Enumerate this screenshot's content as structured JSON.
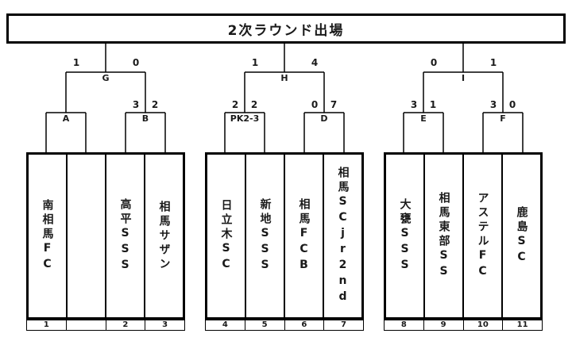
{
  "title": "2次ラウンド出場",
  "bracket": {
    "groups": [
      {
        "final": {
          "label": "G",
          "left_score": "1",
          "right_score": "0"
        },
        "matches": [
          {
            "label": "A",
            "left_score": "",
            "right_score": ""
          },
          {
            "label": "B",
            "left_score": "3",
            "right_score": "2"
          }
        ],
        "teams": [
          {
            "name": "南相馬FC",
            "seed": "1",
            "crossed_out": false
          },
          {
            "name": "",
            "seed": "",
            "crossed_out": true
          },
          {
            "name": "高平SSS",
            "seed": "2",
            "crossed_out": false
          },
          {
            "name": "相馬サザン",
            "seed": "3",
            "crossed_out": false
          }
        ]
      },
      {
        "final": {
          "label": "H",
          "left_score": "1",
          "right_score": "4"
        },
        "matches": [
          {
            "label": "PK2-3",
            "left_score": "2",
            "right_score": "2"
          },
          {
            "label": "D",
            "left_score": "0",
            "right_score": "7"
          }
        ],
        "teams": [
          {
            "name": "日立木SC",
            "seed": "4",
            "crossed_out": false
          },
          {
            "name": "新地SSS",
            "seed": "5",
            "crossed_out": false
          },
          {
            "name": "相馬FCB",
            "seed": "6",
            "crossed_out": false
          },
          {
            "name": "相馬SCjr2nd",
            "seed": "7",
            "crossed_out": false
          }
        ]
      },
      {
        "final": {
          "label": "I",
          "left_score": "0",
          "right_score": "1"
        },
        "matches": [
          {
            "label": "E",
            "left_score": "3",
            "right_score": "1"
          },
          {
            "label": "F",
            "left_score": "3",
            "right_score": "0"
          }
        ],
        "teams": [
          {
            "name": "大甕SSS",
            "seed": "8",
            "crossed_out": false
          },
          {
            "name": "相馬東部SS",
            "seed": "9",
            "crossed_out": false
          },
          {
            "name": "アステルFC",
            "seed": "10",
            "crossed_out": false
          },
          {
            "name": "鹿島SC",
            "seed": "11",
            "crossed_out": false
          }
        ]
      }
    ]
  }
}
